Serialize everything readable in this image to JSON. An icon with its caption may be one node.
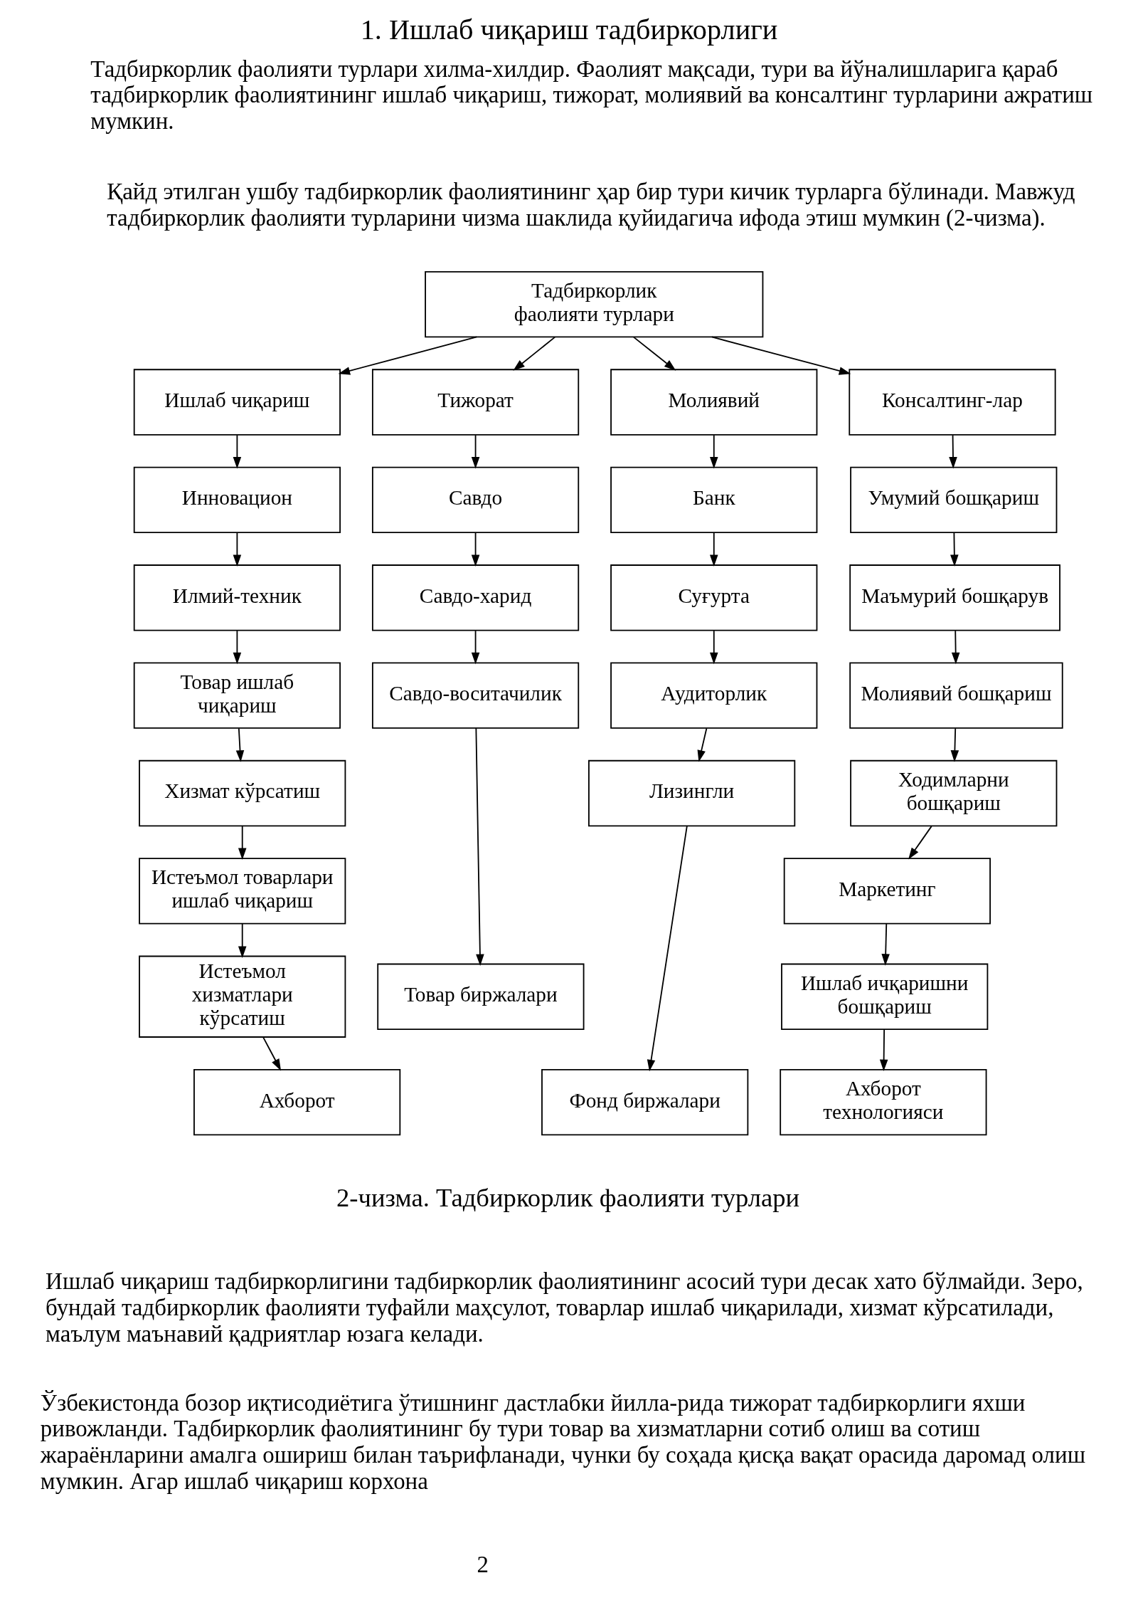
{
  "diagram": {
    "title": "1. Ишлаб чиқариш тадбиркорлиги",
    "caption": "2-чизма. Тадбиркорлик фаолияти турлари",
    "nodes": [
      {
        "text": [
          "Тадбиркорлик фаолияти турлари"
        ]
      },
      {
        "text": [
          "Ишлаб чиқариш"
        ]
      },
      {
        "text": [
          "Тижорат"
        ]
      },
      {
        "text": [
          "Молиявий"
        ]
      },
      {
        "text": [
          "Консалтинг-лар"
        ]
      },
      {
        "text": [
          "Инновацион"
        ]
      },
      {
        "text": [
          "Илмий-техник"
        ]
      },
      {
        "text": [
          "Товар ишлаб чиқариш"
        ]
      },
      {
        "text": [
          "Хизмат кўрсатиш"
        ]
      },
      {
        "text": [
          "Истеъмол товарлари ишлаб чиқариш"
        ]
      },
      {
        "text": [
          "Истеъмол хизматлари кўрсатиш"
        ]
      },
      {
        "text": [
          "Ахборот"
        ]
      },
      {
        "text": [
          "Савдо"
        ]
      },
      {
        "text": [
          "Савдо-харид"
        ]
      },
      {
        "text": [
          "Савдо-воситачилик"
        ]
      },
      {
        "text": [
          "Товар биржалари"
        ]
      },
      {
        "text": [
          "Банк"
        ]
      },
      {
        "text": [
          "Суғурта"
        ]
      },
      {
        "text": [
          "Аудиторлик"
        ]
      },
      {
        "text": [
          "Лизингли"
        ]
      },
      {
        "text": [
          "Фонд биржалари"
        ]
      },
      {
        "text": [
          "Умумий бошқариш"
        ]
      },
      {
        "text": [
          "Маъмурий бошқарув"
        ]
      },
      {
        "text": [
          "Молиявий бошқариш"
        ]
      },
      {
        "text": [
          "Ходимларни бошқариш"
        ]
      },
      {
        "text": [
          "Маркетинг"
        ]
      },
      {
        "text": [
          "Ишлаб ичқаришни бошқариш"
        ]
      },
      {
        "text": [
          "Ахборот технологияси"
        ]
      }
    ],
    "edges": [
      {
        "from": 0,
        "to": 1,
        "arrow": "to"
      },
      {
        "from": 0,
        "to": 2,
        "arrow": "to"
      },
      {
        "from": 0,
        "to": 3,
        "arrow": "to"
      },
      {
        "from": 0,
        "to": 4,
        "arrow": "to"
      },
      {
        "from": 1,
        "to": 5,
        "arrow": "to"
      },
      {
        "from": 5,
        "to": 6,
        "arrow": "to"
      },
      {
        "from": 6,
        "to": 7,
        "arrow": "to"
      },
      {
        "from": 7,
        "to": 8,
        "arrow": "to"
      },
      {
        "from": 8,
        "to": 9,
        "arrow": "to"
      },
      {
        "from": 9,
        "to": 10,
        "arrow": "to"
      },
      {
        "from": 10,
        "to": 11,
        "arrow": "to"
      },
      {
        "from": 2,
        "to": 12,
        "arrow": "to"
      },
      {
        "from": 12,
        "to": 13,
        "arrow": "to"
      },
      {
        "from": 13,
        "to": 14,
        "arrow": "to"
      },
      {
        "from": 14,
        "to": 15,
        "arrow": "to"
      },
      {
        "from": 3,
        "to": 16,
        "arrow": "to"
      },
      {
        "from": 16,
        "to": 17,
        "arrow": "to"
      },
      {
        "from": 17,
        "to": 18,
        "arrow": "to"
      },
      {
        "from": 18,
        "to": 19,
        "arrow": "to"
      },
      {
        "from": 19,
        "to": 20,
        "arrow": "to"
      },
      {
        "from": 4,
        "to": 21,
        "arrow": "to"
      },
      {
        "from": 21,
        "to": 22,
        "arrow": "to"
      },
      {
        "from": 22,
        "to": 23,
        "arrow": "to"
      },
      {
        "from": 23,
        "to": 24,
        "arrow": "to"
      },
      {
        "from": 24,
        "to": 25,
        "arrow": "to"
      },
      {
        "from": 25,
        "to": 26,
        "arrow": "to"
      },
      {
        "from": 26,
        "to": 27,
        "arrow": "to"
      }
    ],
    "labels": [
      "Тадбиркорлик фаолияти турлари хилма-хилдир. Фаолият мақсади, тури ва йўналишларига қараб тадбиркорлик фаолиятининг ишлаб чиқариш, тижорат, молиявий ва консалтинг турларини ажратиш мумкин.",
      "Қайд этилган ушбу тадбиркорлик фаолиятининг ҳар бир тури кичик турларга бўлинади. Мавжуд тадбиркорлик фаолияти турларини чизма шаклида қуйидагича ифода этиш мумкин (2-чизма).",
      "Ишлаб чиқариш тадбиркорлигини тадбиркорлик фаолиятининг асосий тури десак хато бўлмайди. Зеро, бундай тадбиркорлик фаолияти туфайли маҳсулот, товарлар ишлаб чиқарилади, хизмат кўрсатилади, маълум маънавий қадриятлар юзага келади.",
      "Ўзбекистонда бозор иқтисодиётига ўтишнинг дастлабки йилла-рида тижорат тадбиркорлиги яхши ривожланди. Тадбиркорлик фаолиятининг бу тури товар ва хизматларни сотиб олиш ва сотиш жараёнларини амалга ошириш билан таърифланади, чунки бу соҳада қисқа вақат орасида даромад олиш мумкин. Агар ишлаб чиқариш корхона",
      "2"
    ]
  }
}
